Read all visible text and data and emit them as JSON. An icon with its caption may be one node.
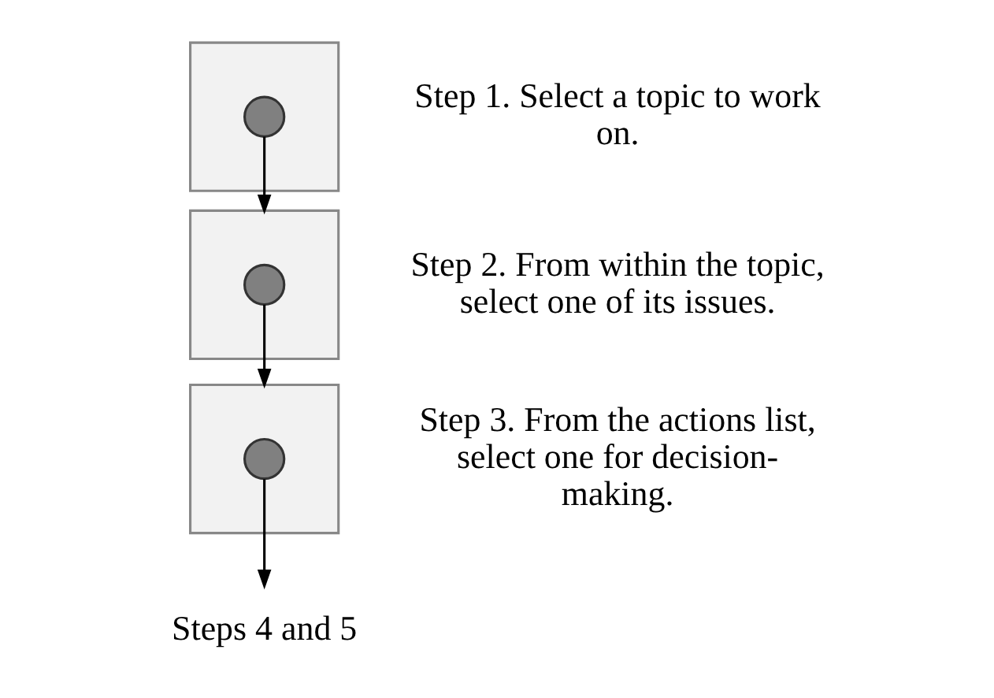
{
  "diagram": {
    "nodes": [
      {
        "text": [],
        "shape": "box",
        "beside": [
          "Step 1. Select a topic to work on."
        ]
      },
      {
        "text": [],
        "shape": "circle",
        "in": 0
      },
      {
        "text": [],
        "shape": "box",
        "beside": [
          "Step 2. From within the topic, select one of its issues."
        ]
      },
      {
        "text": [],
        "shape": "circle",
        "in": 2
      },
      {
        "text": [],
        "shape": "box",
        "beside": [
          "Step 3. From the actions list, select one for decision-making."
        ]
      },
      {
        "text": [],
        "shape": "circle",
        "in": 4
      },
      {
        "text": [
          "Steps 4 and 5"
        ]
      }
    ],
    "edges": [
      {
        "from": 1,
        "to": 2,
        "arrow": "to"
      },
      {
        "from": 3,
        "to": 4,
        "arrow": "to"
      },
      {
        "from": 5,
        "to": 6,
        "arrow": "to"
      }
    ]
  }
}
